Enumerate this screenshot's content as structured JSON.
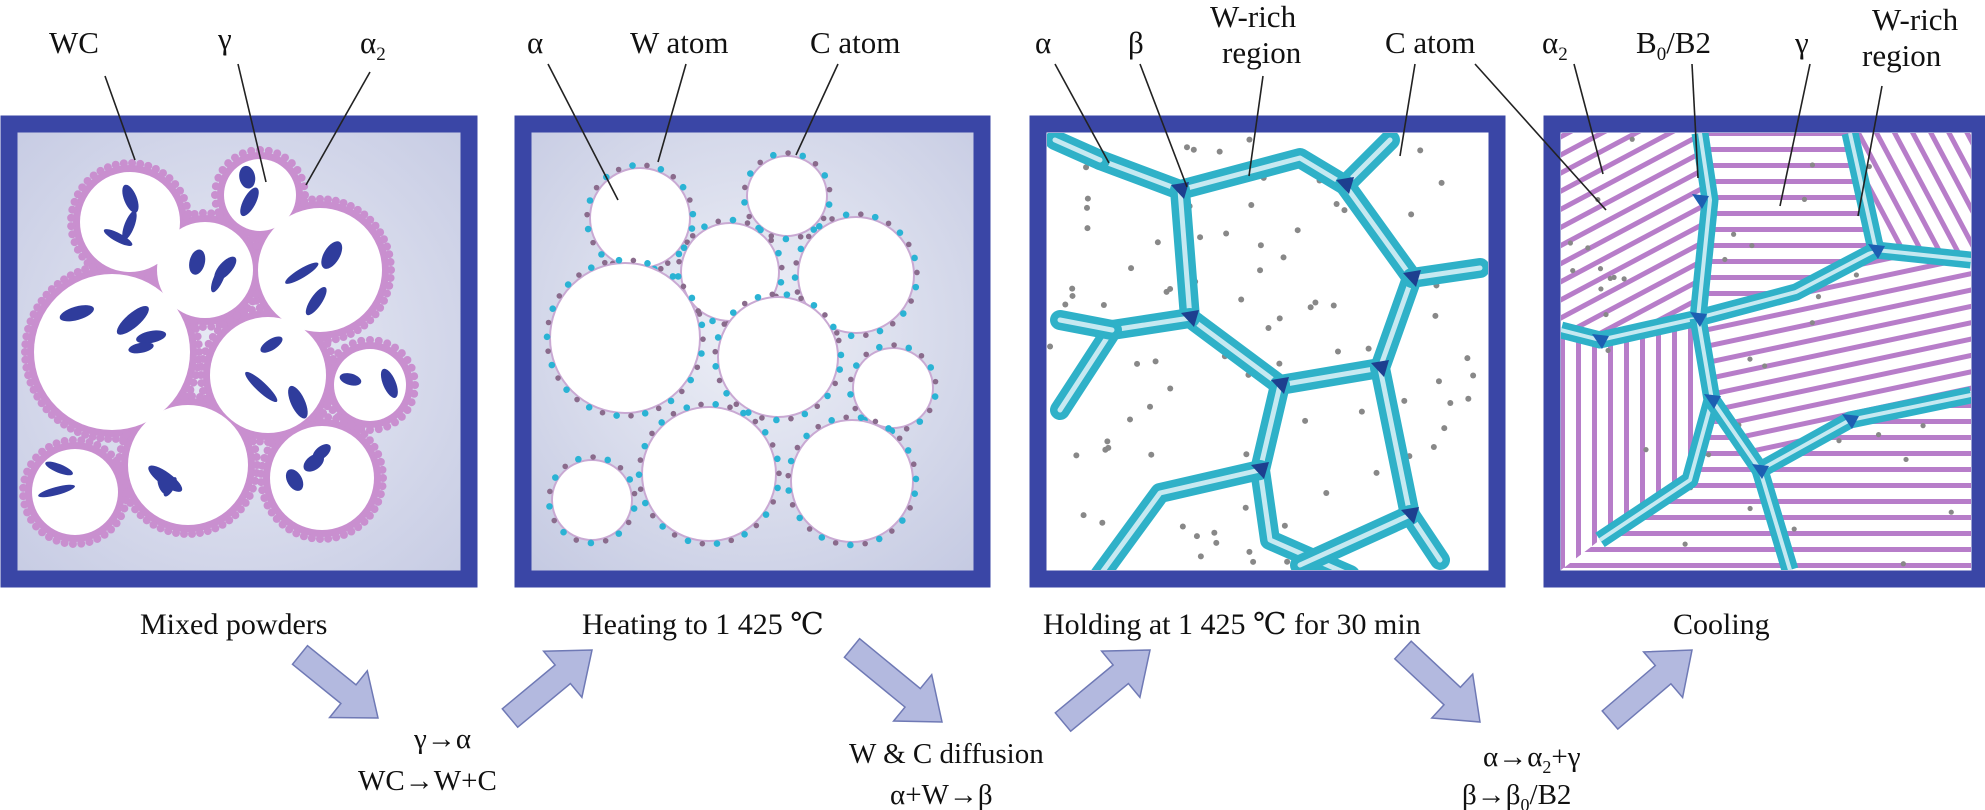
{
  "panels": [
    {
      "stage": "Mixed powders",
      "labels": [
        {
          "id": "wc",
          "main": "WC"
        },
        {
          "id": "gamma",
          "main": "γ"
        },
        {
          "id": "alpha2",
          "main": "α",
          "sub": "2"
        }
      ]
    },
    {
      "stage": "Heating to 1 425 ℃",
      "labels": [
        {
          "id": "alpha",
          "main": "α"
        },
        {
          "id": "watom",
          "main": "W atom"
        },
        {
          "id": "catom",
          "main": "C atom"
        }
      ]
    },
    {
      "stage": "Holding at 1 425 ℃ for 30 min",
      "labels": [
        {
          "id": "alpha",
          "main": "α"
        },
        {
          "id": "beta",
          "main": "β"
        },
        {
          "id": "wrich",
          "main": "W-rich",
          "line2": "region"
        },
        {
          "id": "catom",
          "main": "C atom"
        }
      ]
    },
    {
      "stage": "Cooling",
      "labels": [
        {
          "id": "alpha2",
          "main": "α",
          "sub": "2"
        },
        {
          "id": "b0b2",
          "main": "B",
          "sub": "0",
          "tail": "/B2"
        },
        {
          "id": "gamma",
          "main": "γ"
        },
        {
          "id": "wrich",
          "main": "W-rich",
          "line2": "region"
        }
      ]
    }
  ],
  "transitions": [
    {
      "line1": "γ→α",
      "line2": "WC→W+C"
    },
    {
      "line1": "W & C diffusion",
      "line2": "α+W→β"
    },
    {
      "line1_main": "α→α",
      "line1_sub": "2",
      "line1_tail": "+γ",
      "line2_main": "β→β",
      "line2_sub": "0",
      "line2_tail": "/B2"
    }
  ],
  "colors": {
    "frame": "#3a46a6",
    "powder_rim": "#c98fcf",
    "wc_particle": "#2f3c9c",
    "grain_boundary": "#2fb1c8",
    "lamella": "#b77dc9",
    "arrow_fill": "#b3b9df",
    "arrow_stroke": "#6f79b5",
    "c_atom": "#888888",
    "w_atom": "#2ab3d4",
    "background_tint": "#c9cee6"
  }
}
